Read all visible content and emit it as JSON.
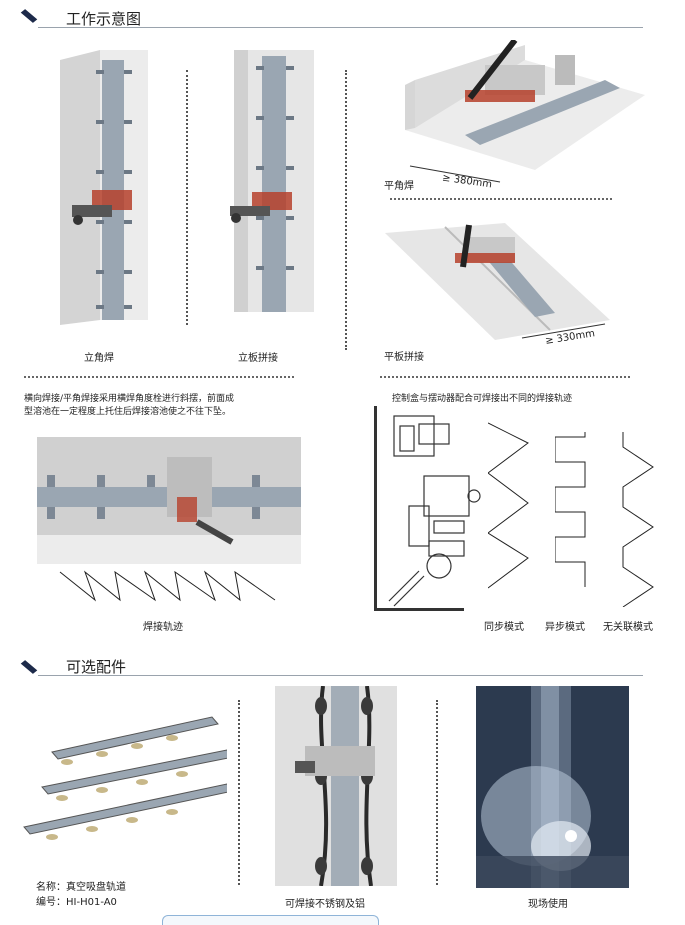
{
  "sections": {
    "work": "工作示意图",
    "options": "可选配件"
  },
  "captions": {
    "vertical_fillet": "立角焊",
    "vertical_butt": "立板拼接",
    "flat_fillet": "平角焊",
    "flat_butt": "平板拼接",
    "dim_fillet": "≥ 380mm",
    "dim_butt": "≥ 330mm",
    "horizontal_note_line1": "横向焊接/平角焊接采用横焊角度栓进行斜摆，前面成",
    "horizontal_note_line2": "型溶池在一定程度上托住后焊接溶池使之不往下坠。",
    "weave_note": "控制盒与摆动器配合可焊接出不同的焊接轨迹",
    "weld_track": "焊接轨迹",
    "sync_mode": "同步模式",
    "async_mode": "异步模式",
    "indep_mode": "无关联模式",
    "product_name": "名称：真空吸盘轨道",
    "product_code": "编号：HI-H01-A0",
    "stainless": "可焊接不锈钢及铝",
    "onsite": "现场使用"
  },
  "colors": {
    "accent": "#1d2a4a",
    "rail": "#9aa6b2",
    "plate": "#e6e6e6"
  }
}
